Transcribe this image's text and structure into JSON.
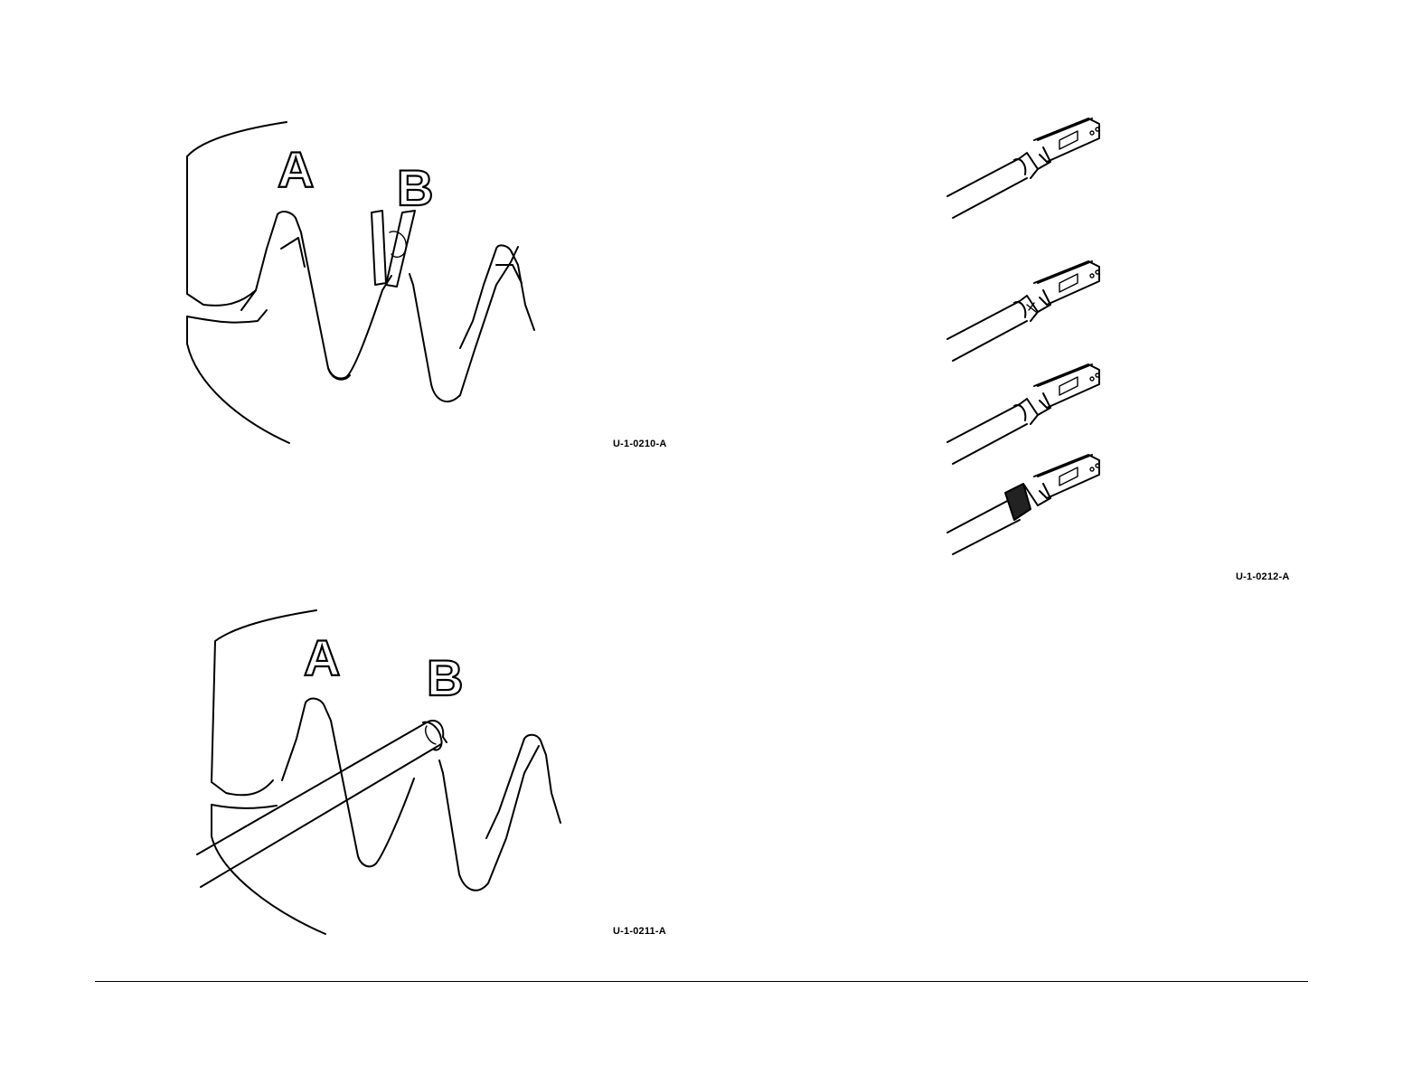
{
  "figures": [
    {
      "id": "U-1-0210-A",
      "callouts": [
        "A",
        "B"
      ]
    },
    {
      "id": "U-1-0211-A",
      "callouts": [
        "A",
        "B"
      ]
    },
    {
      "id": "U-1-0212-A",
      "callouts": []
    }
  ]
}
